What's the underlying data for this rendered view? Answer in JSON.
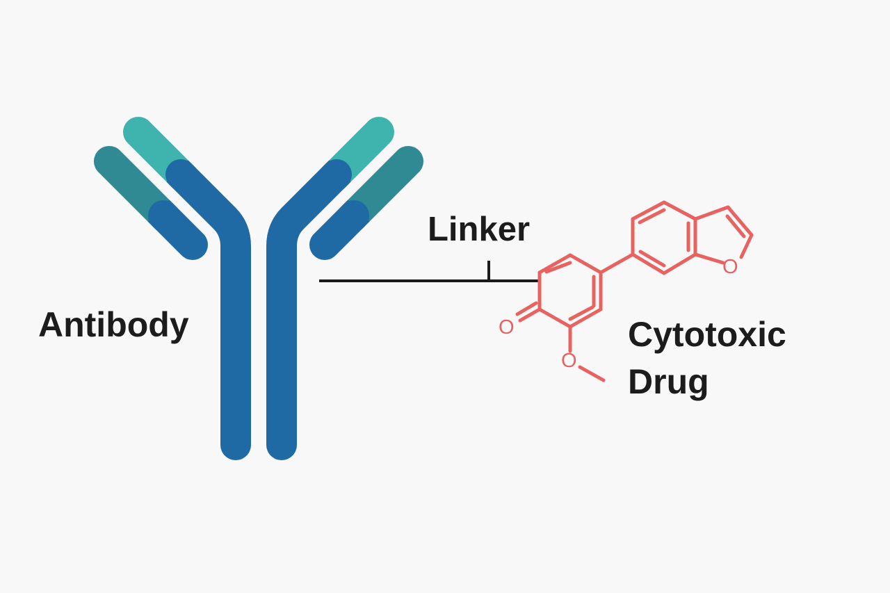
{
  "labels": {
    "antibody": "Antibody",
    "linker": "Linker",
    "drug_line1": "Cytotoxic",
    "drug_line2": "Drug"
  },
  "atoms": {
    "carbonyl_oxygen": "O",
    "methoxy_oxygen": "O",
    "furan_oxygen": "O"
  },
  "colors": {
    "background": "#f8f8f8",
    "heavy_chain": "#1f6aa5",
    "light_chain_variable": "#3fb3ad",
    "light_chain_constant": "#2f8a93",
    "linker": "#1a1a1a",
    "drug": "#e8625f",
    "text": "#1c1c1c"
  }
}
